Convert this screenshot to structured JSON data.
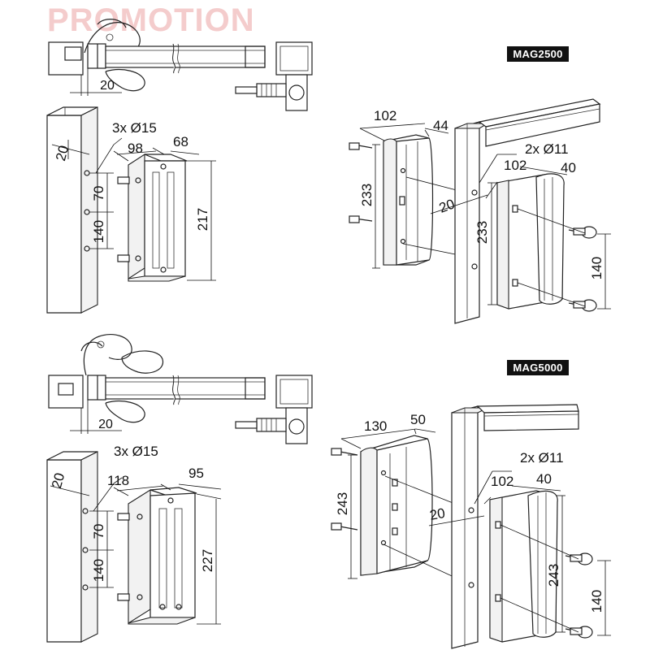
{
  "watermark": "PROMOTION",
  "top": {
    "badge": "MAG2500",
    "plan_dim": "20",
    "post_dims": {
      "offset": "20",
      "holes": "3x Ø15",
      "spacing_upper": "70",
      "spacing_lower": "140"
    },
    "bracket_dims": {
      "depth": "98",
      "width": "68",
      "height": "217"
    },
    "magnet_dims": {
      "width": "102",
      "depth": "44",
      "height": "233"
    },
    "gap": "20",
    "plate_dims": {
      "holes": "2x Ø11",
      "width": "102",
      "depth": "40",
      "height": "233",
      "spacing": "140"
    }
  },
  "bottom": {
    "badge": "MAG5000",
    "plan_dim": "20",
    "post_dims": {
      "offset": "20",
      "holes": "3x Ø15",
      "spacing_upper": "70",
      "spacing_lower": "140"
    },
    "bracket_dims": {
      "depth": "118",
      "width": "95",
      "height": "227"
    },
    "magnet_dims": {
      "width": "130",
      "depth": "50",
      "height": "243"
    },
    "gap": "20",
    "plate_dims": {
      "holes": "2x Ø11",
      "width": "102",
      "depth": "40",
      "height": "243",
      "spacing": "140"
    }
  },
  "colors": {
    "line": "#222222",
    "badge": "#111111",
    "watermark": "#f4cccc"
  }
}
